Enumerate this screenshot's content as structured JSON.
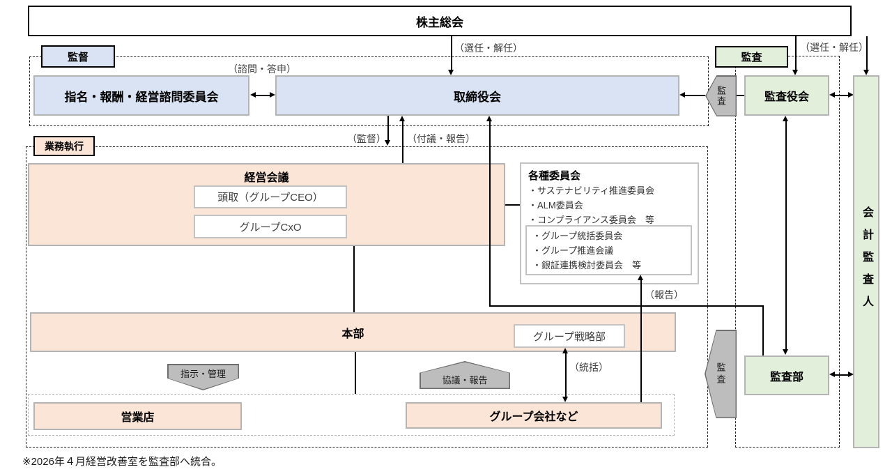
{
  "colors": {
    "box_blue": "#dae3f3",
    "box_peach": "#fbe5d6",
    "box_green": "#e2efda",
    "pentagon_gray": "#bdbdbd",
    "box_border_gray": "#b4b4b4"
  },
  "top": {
    "shareholders": "株主総会",
    "appoint_left": "（選任・解任）",
    "appoint_right": "（選任・解任）"
  },
  "supervision": {
    "tag": "監督",
    "advisory_committee": "指名・報酬・経営諮問委員会",
    "advisory_label": "（諮問・答申）",
    "board": "取締役会"
  },
  "audit": {
    "tag": "監査",
    "chip_top": "監査",
    "chip_bottom": "監査",
    "board_of_auditors": "監査役会",
    "audit_department": "監査部",
    "accounting_auditor": "会計監査人",
    "report_label": "（報告）"
  },
  "execution": {
    "tag": "業務執行",
    "supervise_label": "（監督）",
    "referral_label": "（付議・報告）",
    "management_council": "経営会議",
    "ceo_box": "頭取（グループCEO）",
    "cxo_box": "グループCxO",
    "headquarters": "本部",
    "group_strategy": "グループ戦略部",
    "control_label": "（統括）",
    "instruction_label": "指示・管理",
    "consultation_label": "協議・報告",
    "sales_branches": "営業店",
    "group_companies": "グループ会社など"
  },
  "committees": {
    "title": "各種委員会",
    "items": [
      "・サステナビリティ推進委員会",
      "・ALM委員会",
      "・コンプライアンス委員会　等"
    ],
    "sub_items": [
      "・グループ統括委員会",
      "・グループ推進会議",
      "・銀証連携検討委員会　等"
    ]
  },
  "footnote": "※2026年４月経営改善室を監査部へ統合。"
}
